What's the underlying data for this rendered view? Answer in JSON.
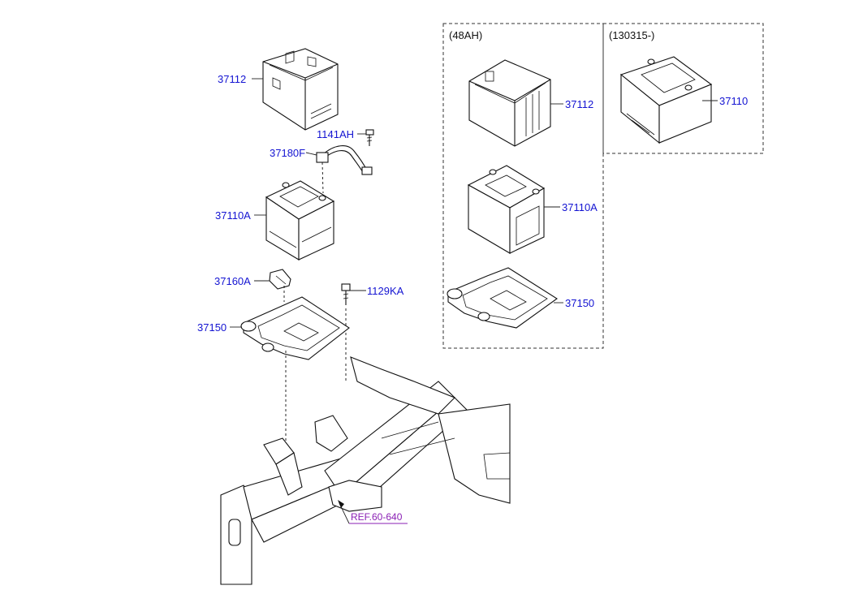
{
  "variants": {
    "ah48": "(48AH)",
    "date130315": "(130315-)"
  },
  "callouts": {
    "left_tray_cover": "37112",
    "clamp_bolt": "1141AH",
    "cable": "37180F",
    "left_battery": "37110A",
    "clamp": "37160A",
    "bolt": "1129KA",
    "left_tray": "37150",
    "ah48_cover": "37112",
    "ah48_battery": "37110A",
    "ah48_tray": "37150",
    "date_battery": "37110"
  },
  "reference": "REF.60-640",
  "colors": {
    "callout_text": "#1414d2",
    "reference_text": "#8a1fb4",
    "line": "#111111"
  }
}
